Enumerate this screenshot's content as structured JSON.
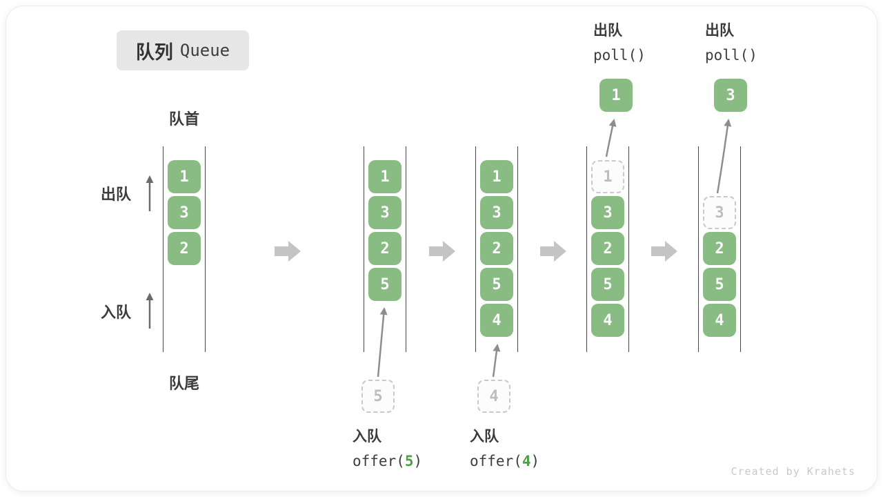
{
  "title": {
    "zh": "队列",
    "en": "Queue"
  },
  "side_labels": {
    "front": "队首",
    "rear": "队尾",
    "dequeue": "出队",
    "enqueue": "入队"
  },
  "columns": [
    {
      "cells": [
        "1",
        "3",
        "2"
      ]
    },
    {
      "cells": [
        "1",
        "3",
        "2",
        "5"
      ]
    },
    {
      "cells": [
        "1",
        "3",
        "2",
        "5",
        "4"
      ]
    },
    {
      "cells": [
        "1",
        "3",
        "2",
        "5",
        "4"
      ],
      "dashed_index": 0
    },
    {
      "cells": [
        "3",
        "2",
        "5",
        "4"
      ],
      "dashed_index": 0
    }
  ],
  "stages": {
    "enqueue5": {
      "label": "入队",
      "fn": "offer(",
      "arg": "5",
      "close": ")",
      "pending": "5"
    },
    "enqueue4": {
      "label": "入队",
      "fn": "offer(",
      "arg": "4",
      "close": ")",
      "pending": "4"
    },
    "poll1": {
      "label": "出队",
      "code": "poll()",
      "result": "1"
    },
    "poll3": {
      "label": "出队",
      "code": "poll()",
      "result": "3"
    }
  },
  "watermark": "Created by Krahets",
  "colors": {
    "box_green": "#89BC83",
    "accent_green": "#4D9E45",
    "label_ink": "#3b3b3b",
    "dashed_border": "#c9c9c9",
    "block_arrow": "#c4c4c4"
  }
}
